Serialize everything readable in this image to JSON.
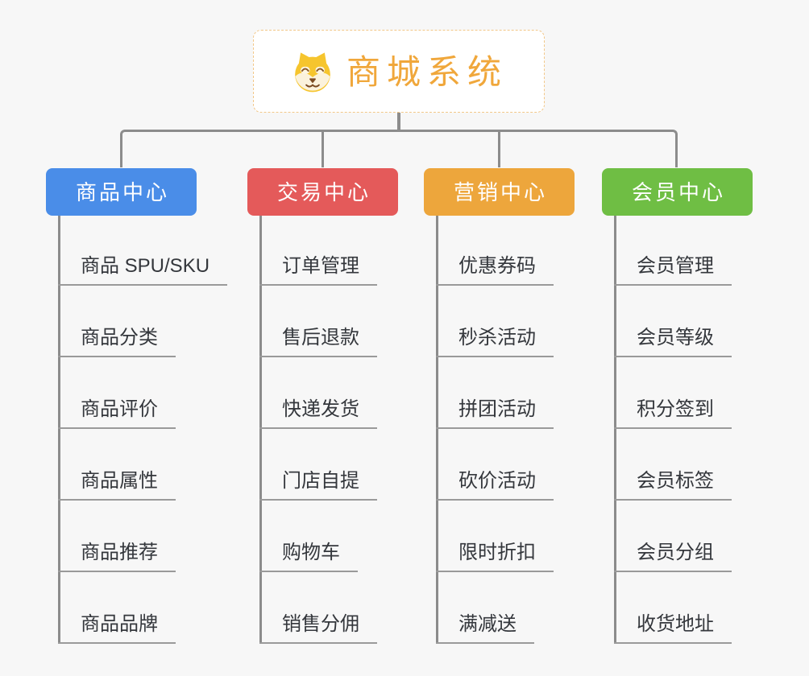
{
  "root": {
    "title": "商城系统",
    "icon": "dog-face-icon"
  },
  "branches": [
    {
      "label": "商品中心",
      "color": "#4a8de8",
      "items": [
        "商品 SPU/SKU",
        "商品分类",
        "商品评价",
        "商品属性",
        "商品推荐",
        "商品品牌"
      ]
    },
    {
      "label": "交易中心",
      "color": "#e45a5a",
      "items": [
        "订单管理",
        "售后退款",
        "快递发货",
        "门店自提",
        "购物车",
        "销售分佣"
      ]
    },
    {
      "label": "营销中心",
      "color": "#eda63c",
      "items": [
        "优惠券码",
        "秒杀活动",
        "拼团活动",
        "砍价活动",
        "限时折扣",
        "满减送"
      ]
    },
    {
      "label": "会员中心",
      "color": "#6fbe44",
      "items": [
        "会员管理",
        "会员等级",
        "积分签到",
        "会员标签",
        "会员分组",
        "收货地址"
      ]
    }
  ],
  "colors": {
    "background": "#f7f7f7",
    "connector": "#8c8c8c",
    "leaf_underline": "#9a9a9a",
    "leaf_text": "#34373c",
    "root_text": "#f0a73b",
    "root_border": "#f2c788"
  }
}
